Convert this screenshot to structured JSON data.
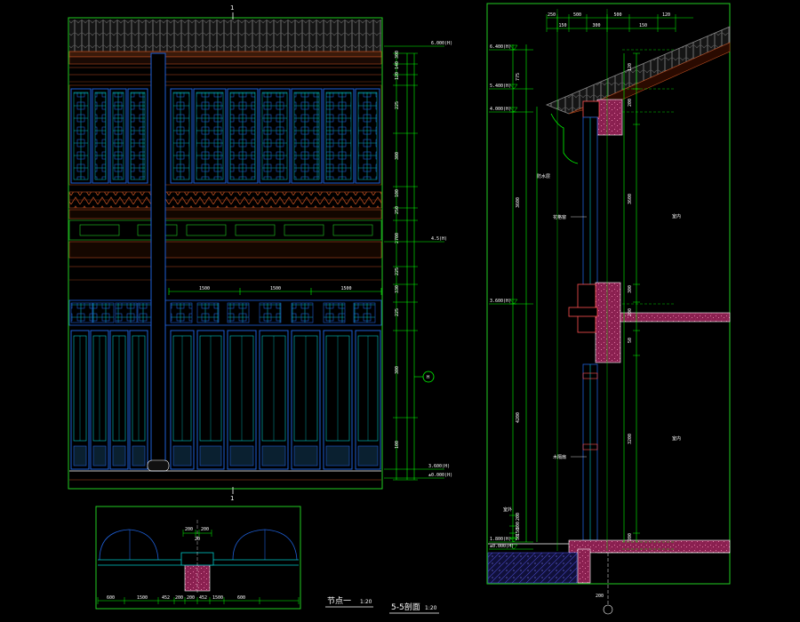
{
  "colors": {
    "background": "#000000",
    "frame": "#22cc22",
    "dimension": "#00ff00",
    "dim_text": "#ffffff",
    "lattice": "#1e5fd6",
    "lattice_inner": "#00c8c8",
    "beam": "#b44a1e",
    "masonry": "#c03060",
    "concrete": "#9a2a55",
    "ground": "#3a3ab0",
    "roof_tile": "#7f7f7f"
  },
  "elevation": {
    "section_mark_top": "1",
    "section_mark_bottom": "1",
    "upper_dims": [
      "1500",
      "1500",
      "1500"
    ],
    "right_dims": [
      "300",
      "140",
      "120",
      "225",
      "300",
      "100",
      "250",
      "2700",
      "225",
      "330",
      "225",
      "300",
      "100"
    ],
    "level_top": "6.000(H)",
    "level_mid": "4.5(H)",
    "level_a": "3.600(H)",
    "level_b": "±0.000(H)",
    "grid_bubble": "H"
  },
  "detail": {
    "dims_top": [
      "200",
      "20",
      "200"
    ],
    "dims_bottom": [
      "600",
      "1500",
      "452",
      "200",
      "200",
      "452",
      "1500",
      "600"
    ],
    "title": "节点一",
    "scale": "1:20"
  },
  "section": {
    "title": "5-5剖面",
    "scale": "1:20",
    "top_dims": [
      "250",
      "150",
      "500",
      "300",
      "500",
      "150",
      "120"
    ],
    "levels": [
      "6.400(H)",
      "5.400(H)",
      "4.000(H)",
      "3.600(H)",
      "1.800(H)",
      "±0.000(H)"
    ],
    "left_dims": [
      "775",
      "3600",
      "4200",
      "200",
      "300",
      "150",
      "50"
    ],
    "right_dims": [
      "120",
      "200",
      "3600",
      "300",
      "200",
      "50",
      "3200",
      "200"
    ],
    "notes": [
      "室外",
      "室内",
      "花格窗",
      "木隔扇",
      "防水层"
    ],
    "bottom_dim": "200"
  }
}
